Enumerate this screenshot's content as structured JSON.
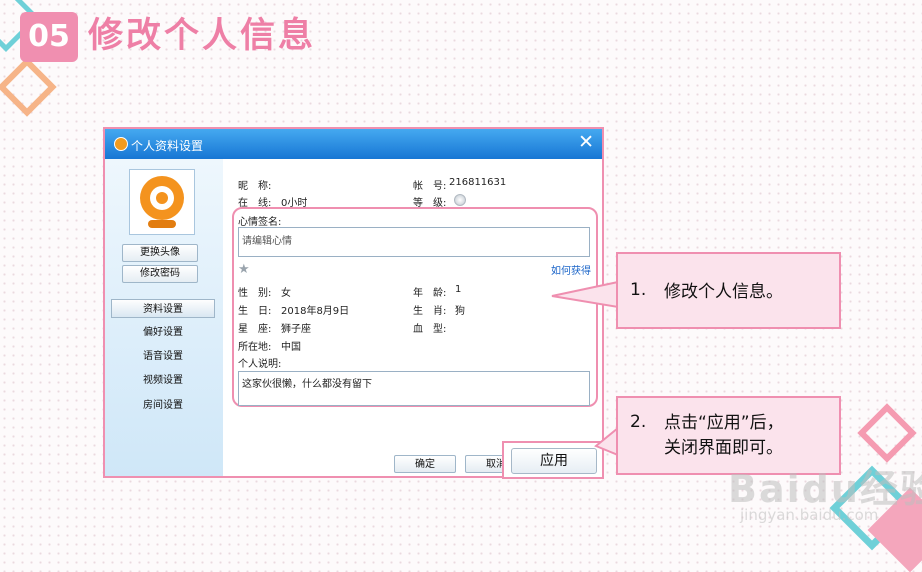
{
  "slide": {
    "step_number": "05",
    "title": "修改个人信息"
  },
  "dialog": {
    "title": "个人资料设置",
    "close_glyph": "✕",
    "buttons": {
      "change_avatar": "更换头像",
      "change_password": "修改密码",
      "ok": "确定",
      "cancel": "取消",
      "apply": "应用"
    },
    "nav": [
      "资料设置",
      "偏好设置",
      "语音设置",
      "视频设置",
      "房间设置"
    ],
    "active_nav": "资料设置",
    "fields": {
      "nickname_label": "昵　称:",
      "nickname_value": "",
      "online_label": "在　线:",
      "online_value": "0小时",
      "account_label": "帐　号:",
      "account_value": "216811631",
      "level_label": "等　级:",
      "mood_label": "心情签名:",
      "mood_placeholder": "请编辑心情",
      "how_to_get": "如何获得",
      "gender_label": "性　别:",
      "gender_value": "女",
      "age_label": "年　龄:",
      "age_value": "1",
      "birthday_label": "生　日:",
      "birthday_value": "2018年8月9日",
      "zodiac_label": "生　肖:",
      "zodiac_value": "狗",
      "constellation_label": "星　座:",
      "constellation_value": "狮子座",
      "blood_label": "血　型:",
      "blood_value": "",
      "location_label": "所在地:",
      "location_value": "中国",
      "bio_label": "个人说明:",
      "bio_value": "这家伙很懒，什么都没有留下"
    }
  },
  "callouts": [
    {
      "number": "1.",
      "text": "修改个人信息。"
    },
    {
      "number": "2.",
      "line1": "点击“应用”后，",
      "line2": "关闭界面即可。"
    }
  ],
  "watermark": {
    "brand": "Baidu经验",
    "url": "jingyan.baidu.com"
  },
  "colors": {
    "accent_pink": "#ef8fb0",
    "title_blue": "#1776d4",
    "callout_fill": "#fbe3ec"
  }
}
